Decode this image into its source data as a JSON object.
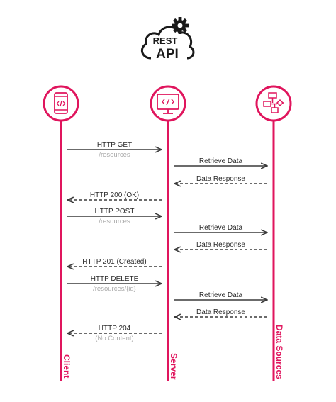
{
  "logo": {
    "line1": "REST",
    "line2": "API",
    "icon": "gear-cloud-icon"
  },
  "accent_color": "#e0155d",
  "arrow_color": "#3a3a3a",
  "lanes": [
    {
      "id": "client",
      "label": "Client",
      "icon": "mobile-code-icon"
    },
    {
      "id": "server",
      "label": "Server",
      "icon": "monitor-code-icon"
    },
    {
      "id": "data",
      "label": "Data Sources",
      "icon": "flowchart-icon"
    }
  ],
  "messages": [
    {
      "label": "HTTP GET",
      "sub": "/resources",
      "from": "client",
      "to": "server",
      "style": "solid"
    },
    {
      "label": "Retrieve Data",
      "sub": "",
      "from": "server",
      "to": "data",
      "style": "solid"
    },
    {
      "label": "Data Response",
      "sub": "",
      "from": "data",
      "to": "server",
      "style": "dashed"
    },
    {
      "label": "HTTP 200 (OK)",
      "sub": "",
      "from": "server",
      "to": "client",
      "style": "dashed"
    },
    {
      "label": "HTTP POST",
      "sub": "/resources",
      "from": "client",
      "to": "server",
      "style": "solid"
    },
    {
      "label": "Retrieve Data",
      "sub": "",
      "from": "server",
      "to": "data",
      "style": "solid"
    },
    {
      "label": "Data Response",
      "sub": "",
      "from": "data",
      "to": "server",
      "style": "dashed"
    },
    {
      "label": "HTTP 201 (Created)",
      "sub": "",
      "from": "server",
      "to": "client",
      "style": "dashed"
    },
    {
      "label": "HTTP DELETE",
      "sub": "/resources/{id}",
      "from": "client",
      "to": "server",
      "style": "solid"
    },
    {
      "label": "Retrieve Data",
      "sub": "",
      "from": "server",
      "to": "data",
      "style": "solid"
    },
    {
      "label": "Data Response",
      "sub": "",
      "from": "data",
      "to": "server",
      "style": "dashed"
    },
    {
      "label": "HTTP 204",
      "sub": "(No Content)",
      "from": "server",
      "to": "client",
      "style": "dashed"
    }
  ]
}
